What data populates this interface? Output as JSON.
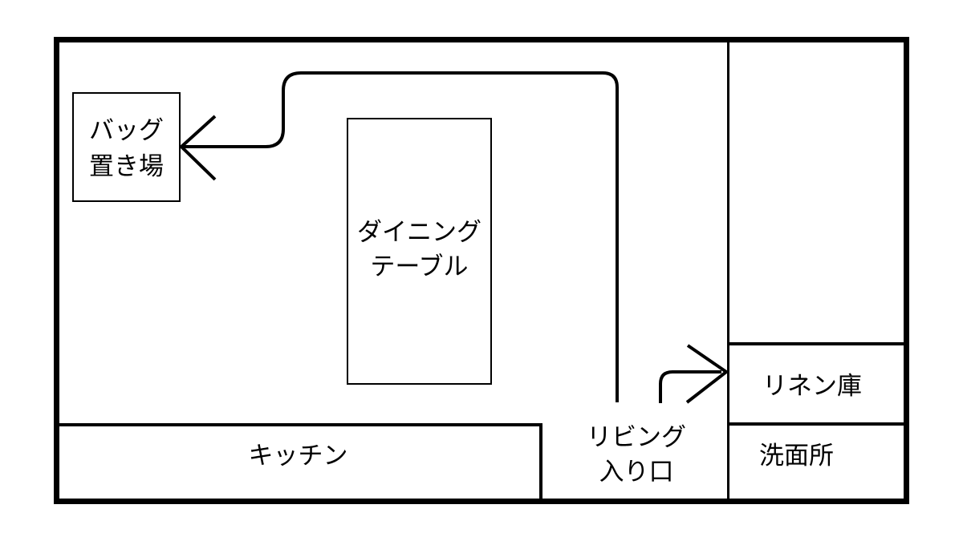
{
  "palette": {
    "line": "#000000",
    "background": "#ffffff"
  },
  "floor_plan": {
    "rooms": {
      "bag_storage": {
        "lines": [
          "バッグ",
          "置き場"
        ]
      },
      "dining_table": {
        "lines": [
          "ダイニング",
          "テーブル"
        ]
      },
      "kitchen": {
        "label": "キッチン"
      },
      "living_entrance": {
        "lines": [
          "リビング",
          "入り口"
        ]
      },
      "linen_closet": {
        "label": "リネン庫"
      },
      "washroom": {
        "label": "洗面所"
      }
    },
    "arrows": [
      {
        "name": "route-to-bag-storage",
        "direction": "left",
        "target": "バッグ置き場"
      },
      {
        "name": "route-to-linen-closet",
        "direction": "right",
        "target": "リネン庫"
      }
    ]
  }
}
